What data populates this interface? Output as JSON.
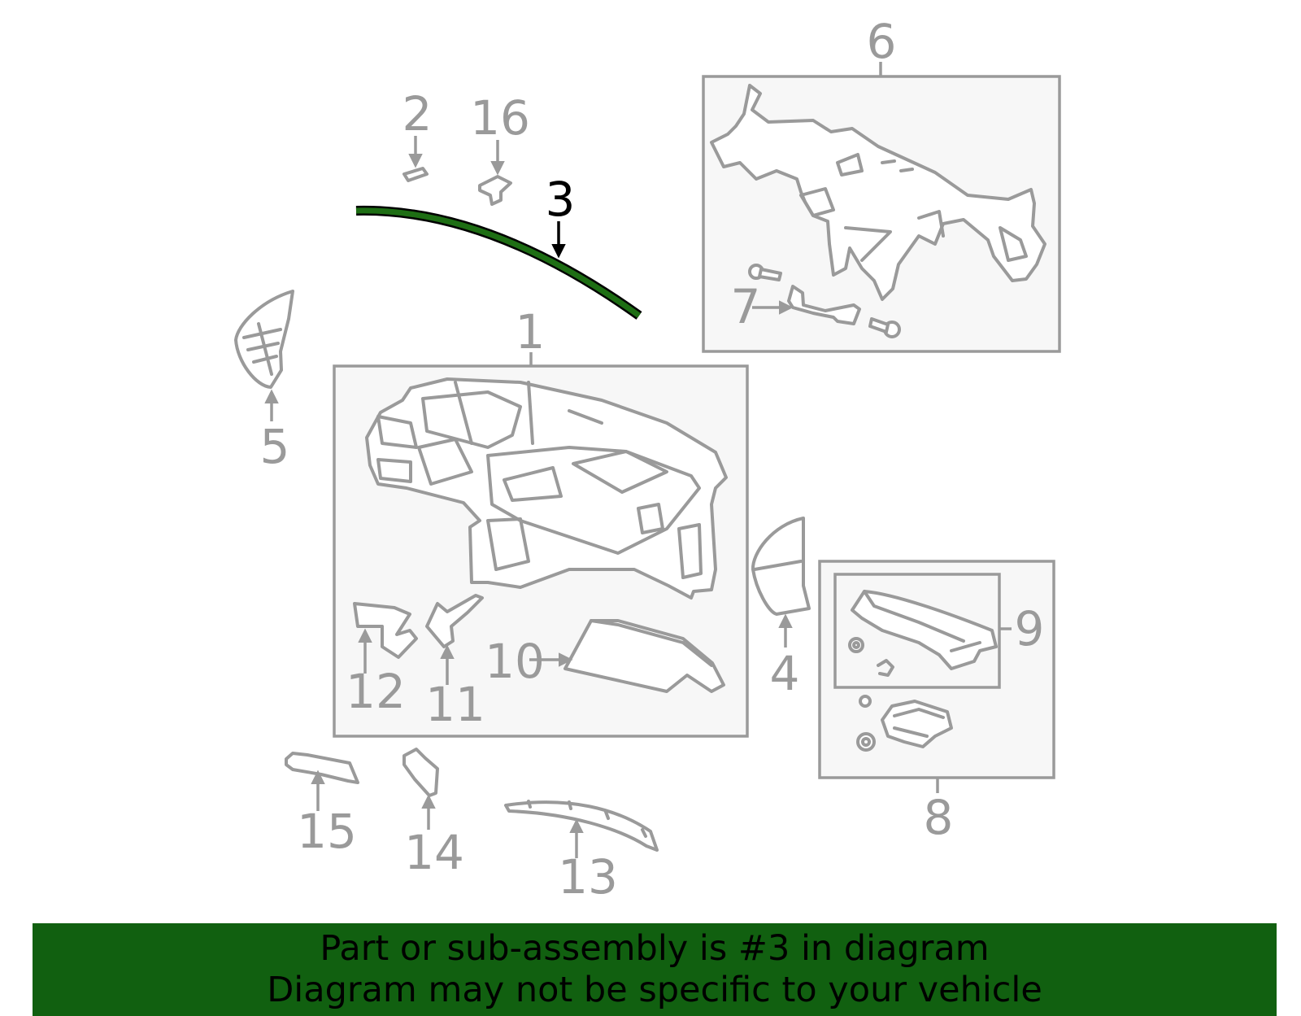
{
  "diagram": {
    "callouts": {
      "c1": "1",
      "c2": "2",
      "c3": "3",
      "c4": "4",
      "c5": "5",
      "c6": "6",
      "c7": "7",
      "c8": "8",
      "c9": "9",
      "c10": "10",
      "c11": "11",
      "c12": "12",
      "c13": "13",
      "c14": "14",
      "c15": "15",
      "c16": "16"
    },
    "highlighted_part": "3",
    "highlight_color": "#1e6e14",
    "outline_color": "#9a9a9a"
  },
  "banner": {
    "line1": "Part or sub-assembly is #3 in diagram",
    "line2": "Diagram may not be specific to your vehicle",
    "background": "#116010"
  }
}
